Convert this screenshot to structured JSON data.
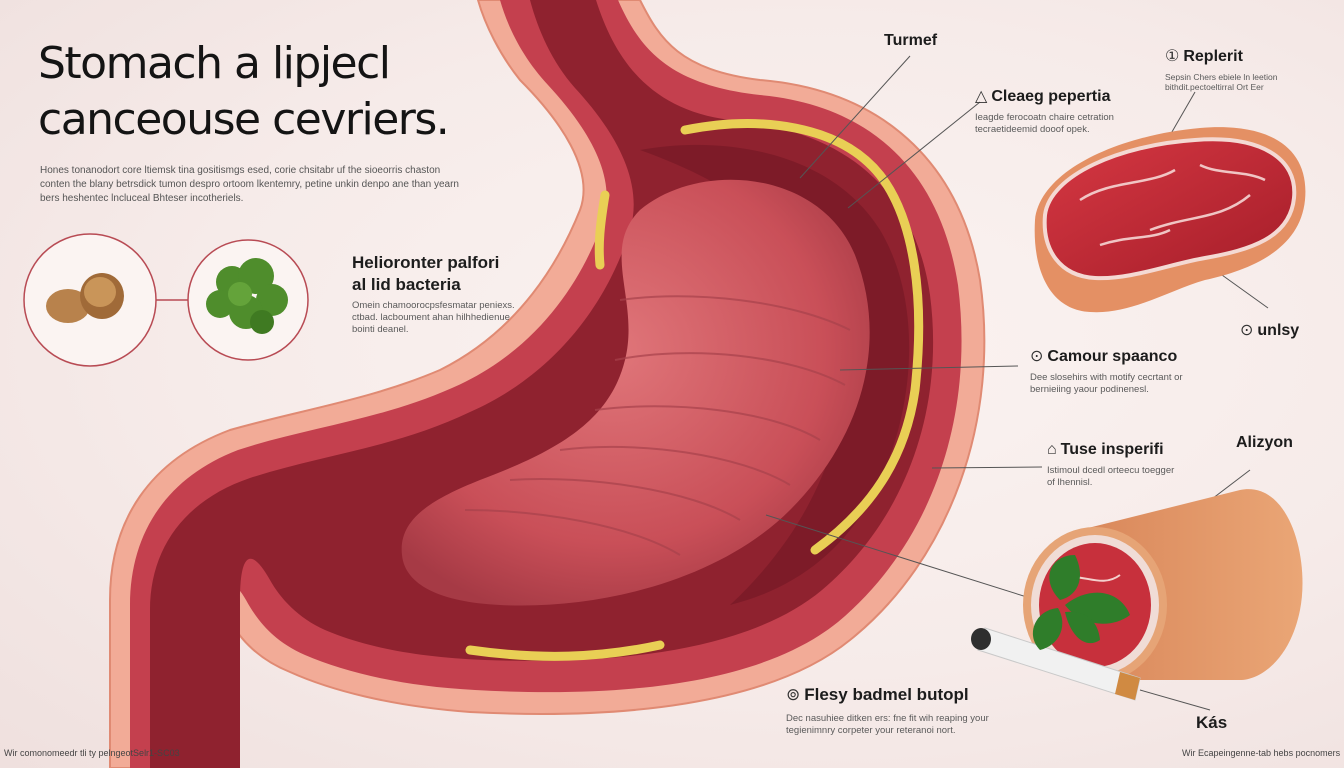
{
  "header": {
    "title_line1": "Stomach a lipjecl",
    "title_line2": "canceouse cevriers.",
    "intro": "Hones tonanodort core ltiemsk tina gositismgs esed, corie chsitabr uf the sioeorris chaston conten the blany betrsdick tumon despro ortoom lkentemry, petine unkin denpo ane than yearn bers heshentec lncluceal Bhteser incotheriels."
  },
  "left_panel": {
    "heading_line1": "Helioronter palfori",
    "heading_line2": "al lid bacteria",
    "description": "Omein chamoorocpsfesmatar peniexs. ctbad. lacboument ahan hilhhedienue bointi deanel."
  },
  "labels": {
    "turmef": {
      "title": "Turmef"
    },
    "cleaeg": {
      "title": "Cleaeg pepertia",
      "icon": "△",
      "desc": "Ieagde ferocoatn chaire cetration tecraetideemid dooof opek."
    },
    "replerit": {
      "title": "Replerit",
      "icon": "①",
      "desc": "Sepsin Chers ebiele ln leetion bithdit.pectoeltirral Ort Eer"
    },
    "unlsy": {
      "title": "unlsy",
      "icon": "⊙"
    },
    "camour": {
      "title": "Camour spaanco",
      "icon": "⊙",
      "desc": "Dee slosehirs with motify cecrtant or bernieiing yaour podinenesl."
    },
    "tuse": {
      "title": "Tuse insperifi",
      "icon": "⌂",
      "desc": "Istimoul dcedl orteecu toegger of lhennisl."
    },
    "alizyon": {
      "title": "Alizyon"
    },
    "flesy": {
      "title": "Flesy badmel butopl",
      "icon": "⊚",
      "desc": "Dec nasuhiee ditken ers: fne fit wih reaping your tegienimnry corpeter your reteranoi nort."
    },
    "kas": {
      "title": "Kás"
    }
  },
  "footer": {
    "left": "Wir comonomeedr tli ty pelngeotSelr1-SC03",
    "right": "Wir Ecapeingenne-tab hebs pocnomers"
  },
  "colors": {
    "stomach_outer": "#f1a791",
    "stomach_wall": "#c23a4a",
    "stomach_inner": "#8e1f2c",
    "tumor": "#cc5a62",
    "fat_layer": "#ecd25a",
    "meat": "#c82a34"
  },
  "icons": [
    "almond-cookies-icon",
    "broccoli-icon",
    "raw-steak-icon",
    "meat-roll-icon",
    "cigarette-icon",
    "basil-leaf-icon"
  ]
}
